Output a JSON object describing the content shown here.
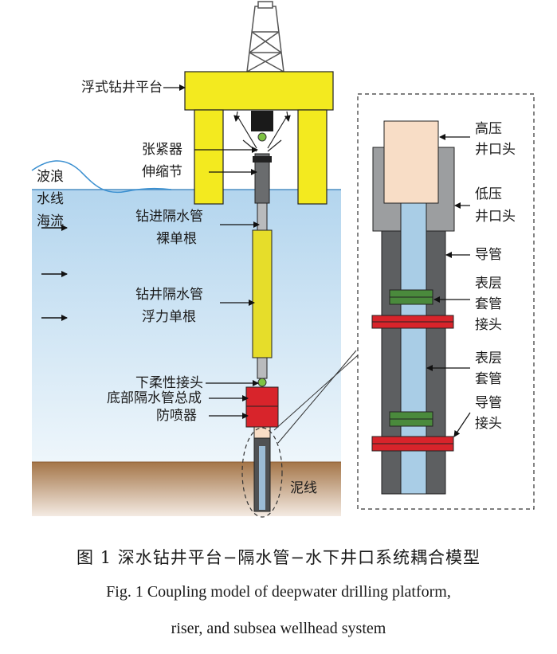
{
  "labels": {
    "platform": "浮式钻井平台",
    "tensioner": "张紧器",
    "telescopic": "伸缩节",
    "wave": "波浪",
    "waterline": "水线",
    "current": "海流",
    "bare_riser_1": "钻进隔水管",
    "bare_riser_2": "裸单根",
    "buoy_riser_1": "钻井隔水管",
    "buoy_riser_2": "浮力单根",
    "flex_joint": "下柔性接头",
    "lmrp": "底部隔水管总成",
    "bop": "防喷器",
    "mudline": "泥线"
  },
  "detail": {
    "hp_1": "高压",
    "hp_2": "井口头",
    "lp_1": "低压",
    "lp_2": "井口头",
    "conductor": "导管",
    "surf_joint_1": "表层",
    "surf_joint_2": "套管",
    "surf_joint_3": "接头",
    "surf_casing_1": "表层",
    "surf_casing_2": "套管",
    "cond_joint_1": "导管",
    "cond_joint_2": "接头"
  },
  "caption": {
    "cn": "图 1   深水钻井平台−隔水管−水下井口系统耦合模型",
    "en_line1": "Fig. 1   Coupling model of deepwater drilling platform,",
    "en_line2": "riser, and subsea wellhead system"
  },
  "colors": {
    "platform": "#f3ea1f",
    "sea_top": "#b6d7ee",
    "sea_bottom": "#e9f3fa",
    "seabed": "#a97c52",
    "bop_red": "#d8242b",
    "riser_yellow": "#e6dd2a",
    "hp_head": "#f8ddc6",
    "casing_green": "#4a8a3c",
    "pipe_gray": "#5d5f61"
  }
}
